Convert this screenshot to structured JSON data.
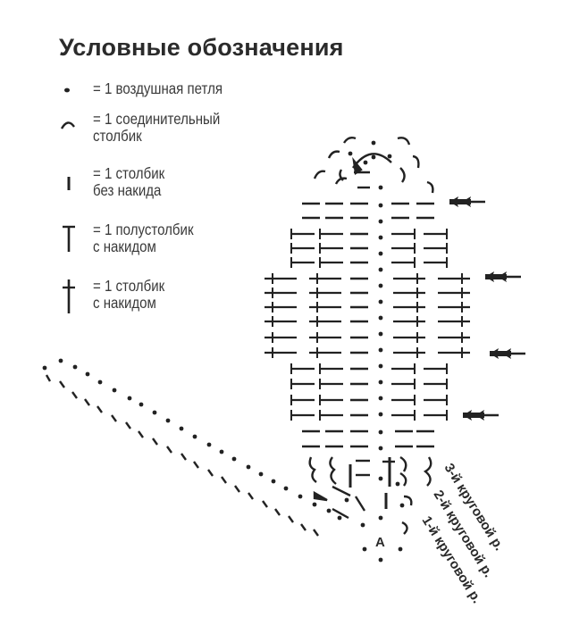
{
  "title": "Условные обозначения",
  "legend": [
    {
      "symbol": "chain-stitch-dot",
      "line1": "= 1 воздушная петля",
      "line2": ""
    },
    {
      "symbol": "slip-stitch-arc",
      "line1": "= 1 соединительный",
      "line2": "столбик"
    },
    {
      "symbol": "single-crochet-bar",
      "line1": "= 1 столбик",
      "line2": "без накида"
    },
    {
      "symbol": "half-double-crochet-t",
      "line1": "= 1 полустолбик",
      "line2": "с накидом"
    },
    {
      "symbol": "double-crochet-cross",
      "line1": "= 1 столбик",
      "line2": "с накидом"
    }
  ],
  "diagram": {
    "start_marker": "A",
    "round_labels": [
      "3-й круговой р.",
      "2-й круговой р.",
      "1-й круговой р."
    ],
    "arrows": [
      "double-arrow-left",
      "double-arrow-left",
      "double-arrow-left",
      "double-arrow-left"
    ],
    "ink_color": "#222222"
  }
}
